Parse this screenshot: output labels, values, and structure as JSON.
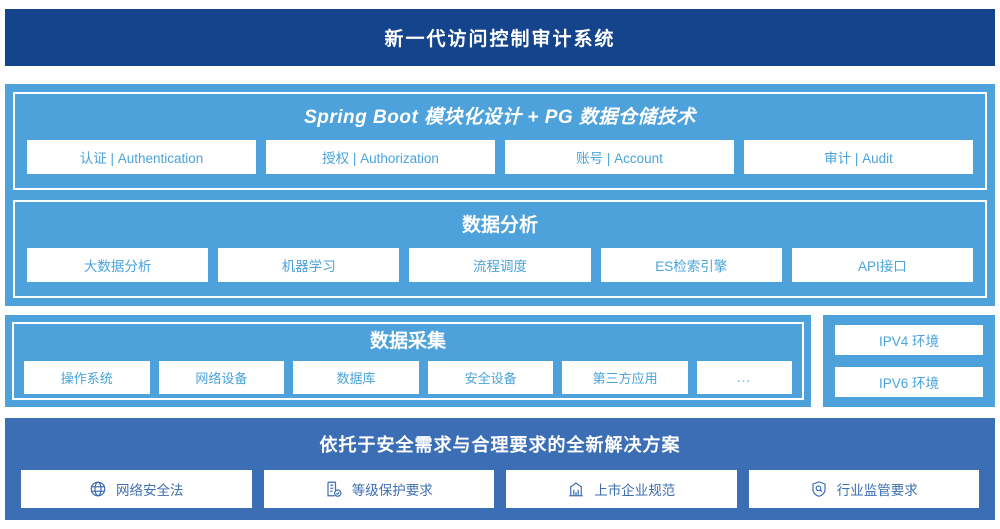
{
  "header": {
    "title": "新一代访问控制审计系统",
    "bg_color": "#14448C"
  },
  "upper_panel": {
    "bg_color": "#4DA2DC",
    "sections": [
      {
        "title": "Spring Boot 模块化设计 + PG 数据仓储技术",
        "chips": [
          {
            "label": "认证 | Authentication"
          },
          {
            "label": "授权 | Authorization"
          },
          {
            "label": "账号 | Account"
          },
          {
            "label": "审计 | Audit"
          }
        ]
      },
      {
        "title": "数据分析",
        "chips": [
          {
            "label": "大数据分析"
          },
          {
            "label": "机器学习"
          },
          {
            "label": "流程调度"
          },
          {
            "label": "ES检索引擎"
          },
          {
            "label": "API接口"
          }
        ]
      }
    ]
  },
  "collection": {
    "title": "数据采集",
    "bg_color": "#4DA2DC",
    "chips": [
      {
        "label": "操作系统"
      },
      {
        "label": "网络设备"
      },
      {
        "label": "数据库"
      },
      {
        "label": "安全设备"
      },
      {
        "label": "第三方应用"
      },
      {
        "label": "…"
      }
    ],
    "environments": [
      {
        "label": "IPV4 环境"
      },
      {
        "label": "IPV6 环境"
      }
    ]
  },
  "bottom_panel": {
    "title": "依托于安全需求与合理要求的全新解决方案",
    "bg_color": "#3B6EB4",
    "chips": [
      {
        "icon": "globe-icon",
        "label": "网络安全法"
      },
      {
        "icon": "document-check-icon",
        "label": "等级保护要求"
      },
      {
        "icon": "bank-building-icon",
        "label": "上市企业规范"
      },
      {
        "icon": "shield-search-icon",
        "label": "行业监管要求"
      }
    ]
  },
  "colors": {
    "navy": "#14448C",
    "light_blue": "#4DA2DC",
    "medium_blue": "#3B6EB4",
    "chip_text": "#4AA3DC",
    "white": "#FFFFFF"
  }
}
